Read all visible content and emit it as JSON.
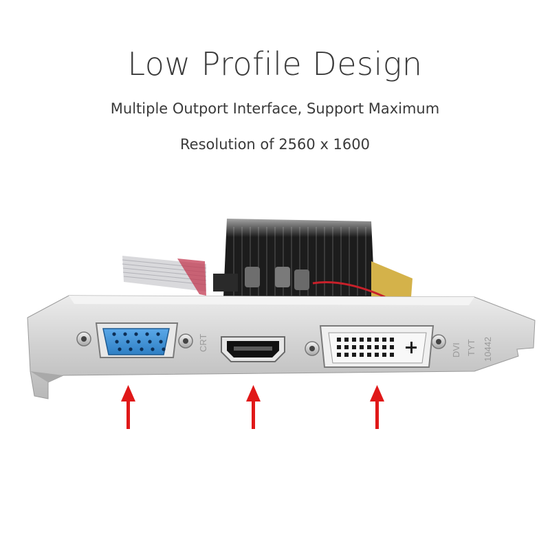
{
  "headline": "Low Profile Design",
  "subtitle_line1": "Multiple Outport Interface, Support Maximum",
  "subtitle_line2": "Resolution of 2560 x 1600",
  "port_labels": {
    "vga": "CRT",
    "dvi": "DVI",
    "mark1": "TYT",
    "mark2": "10442"
  },
  "colors": {
    "arrow": "#e01818",
    "vga_port": "#3a8fd6",
    "bracket": "#c9c9c9",
    "heatsink": "#1a1a1a",
    "pcb_gold": "#d4b24a"
  },
  "icons": [
    "red-arrow-icon",
    "vga-port-icon",
    "hdmi-port-icon",
    "dvi-port-icon"
  ]
}
